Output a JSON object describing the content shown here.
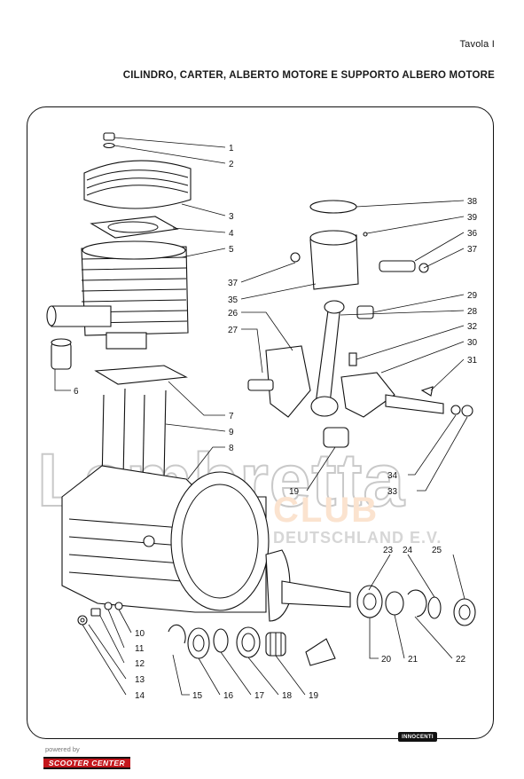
{
  "header": {
    "tavola": "Tavola I",
    "title": "CILINDRO, CARTER, ALBERTO MOTORE E SUPPORTO ALBERO MOTORE"
  },
  "watermark": {
    "brand": "Lambretta",
    "club": "CLUB",
    "country": "DEUTSCHLAND E.V."
  },
  "footer": {
    "powered_by": "powered by",
    "sponsor": "SCOOTER CENTER",
    "maker": "INNOCENTI"
  },
  "callouts": [
    "1",
    "2",
    "3",
    "4",
    "5",
    "6",
    "7",
    "9",
    "8",
    "10",
    "11",
    "12",
    "13",
    "14",
    "15",
    "16",
    "17",
    "18",
    "19",
    "19",
    "20",
    "21",
    "22",
    "23",
    "24",
    "25",
    "26",
    "27",
    "28",
    "29",
    "30",
    "31",
    "32",
    "33",
    "34",
    "35",
    "36",
    "37",
    "37",
    "38",
    "39"
  ],
  "colors": {
    "ink": "#111111",
    "watermark_orange": "#fbe3cf",
    "sponsor_red": "#c4161c"
  }
}
